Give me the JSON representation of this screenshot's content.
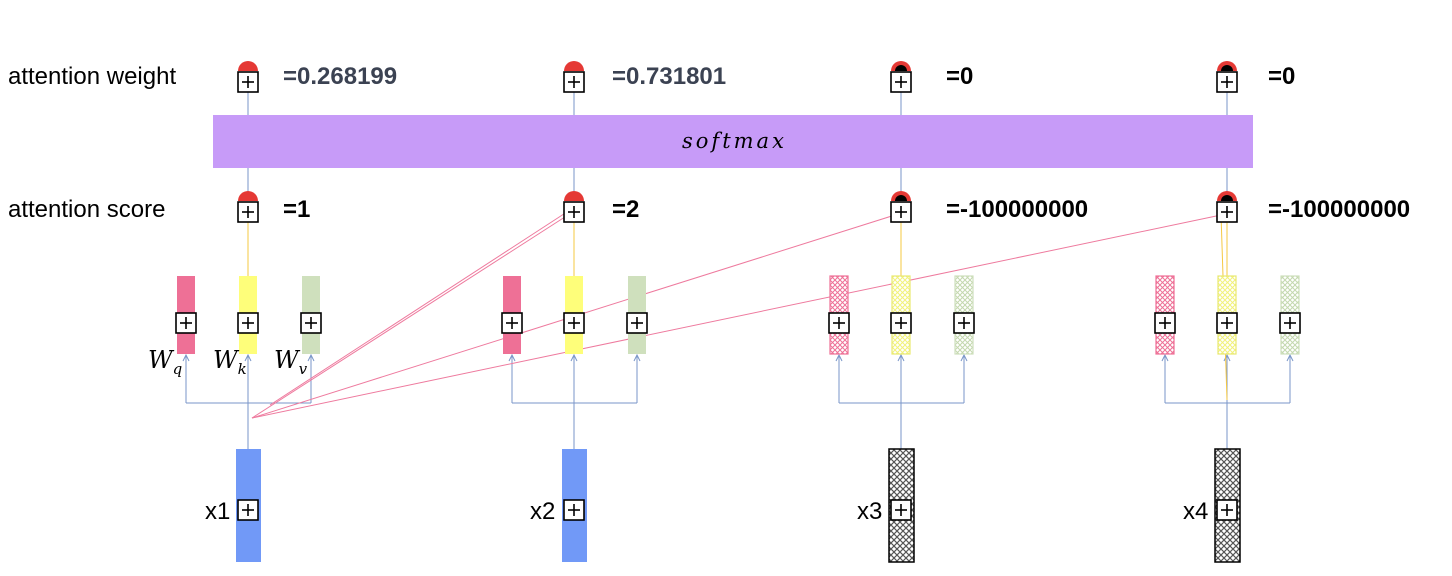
{
  "rows": {
    "attention_weight_label": "attention weight",
    "attention_score_label": "attention score"
  },
  "softmax": {
    "label": "softmax",
    "color": "#c79bf8"
  },
  "tokens": [
    {
      "name": "x1",
      "label": "x1",
      "masked": false,
      "weight": "=0.268199",
      "score": "=1"
    },
    {
      "name": "x2",
      "label": "x2",
      "masked": false,
      "weight": "=0.731801",
      "score": "=2"
    },
    {
      "name": "x3",
      "label": "x3",
      "masked": true,
      "weight": "=0",
      "score": "=-100000000"
    },
    {
      "name": "x4",
      "label": "x4",
      "masked": true,
      "weight": "=0",
      "score": "=-100000000"
    }
  ],
  "weight_labels": {
    "q": {
      "base": "W",
      "sub": "q"
    },
    "k": {
      "base": "W",
      "sub": "k"
    },
    "v": {
      "base": "W",
      "sub": "v"
    }
  },
  "colors": {
    "input": "#7199f7",
    "query": "#ee7096",
    "key": "#fefe7a",
    "value": "#cfe0bd",
    "connector": "#7a96c8",
    "query_link": "#ee7a9e",
    "key_link": "#f5c842",
    "node_cap": "#e53935",
    "masked_input": "#666666"
  }
}
